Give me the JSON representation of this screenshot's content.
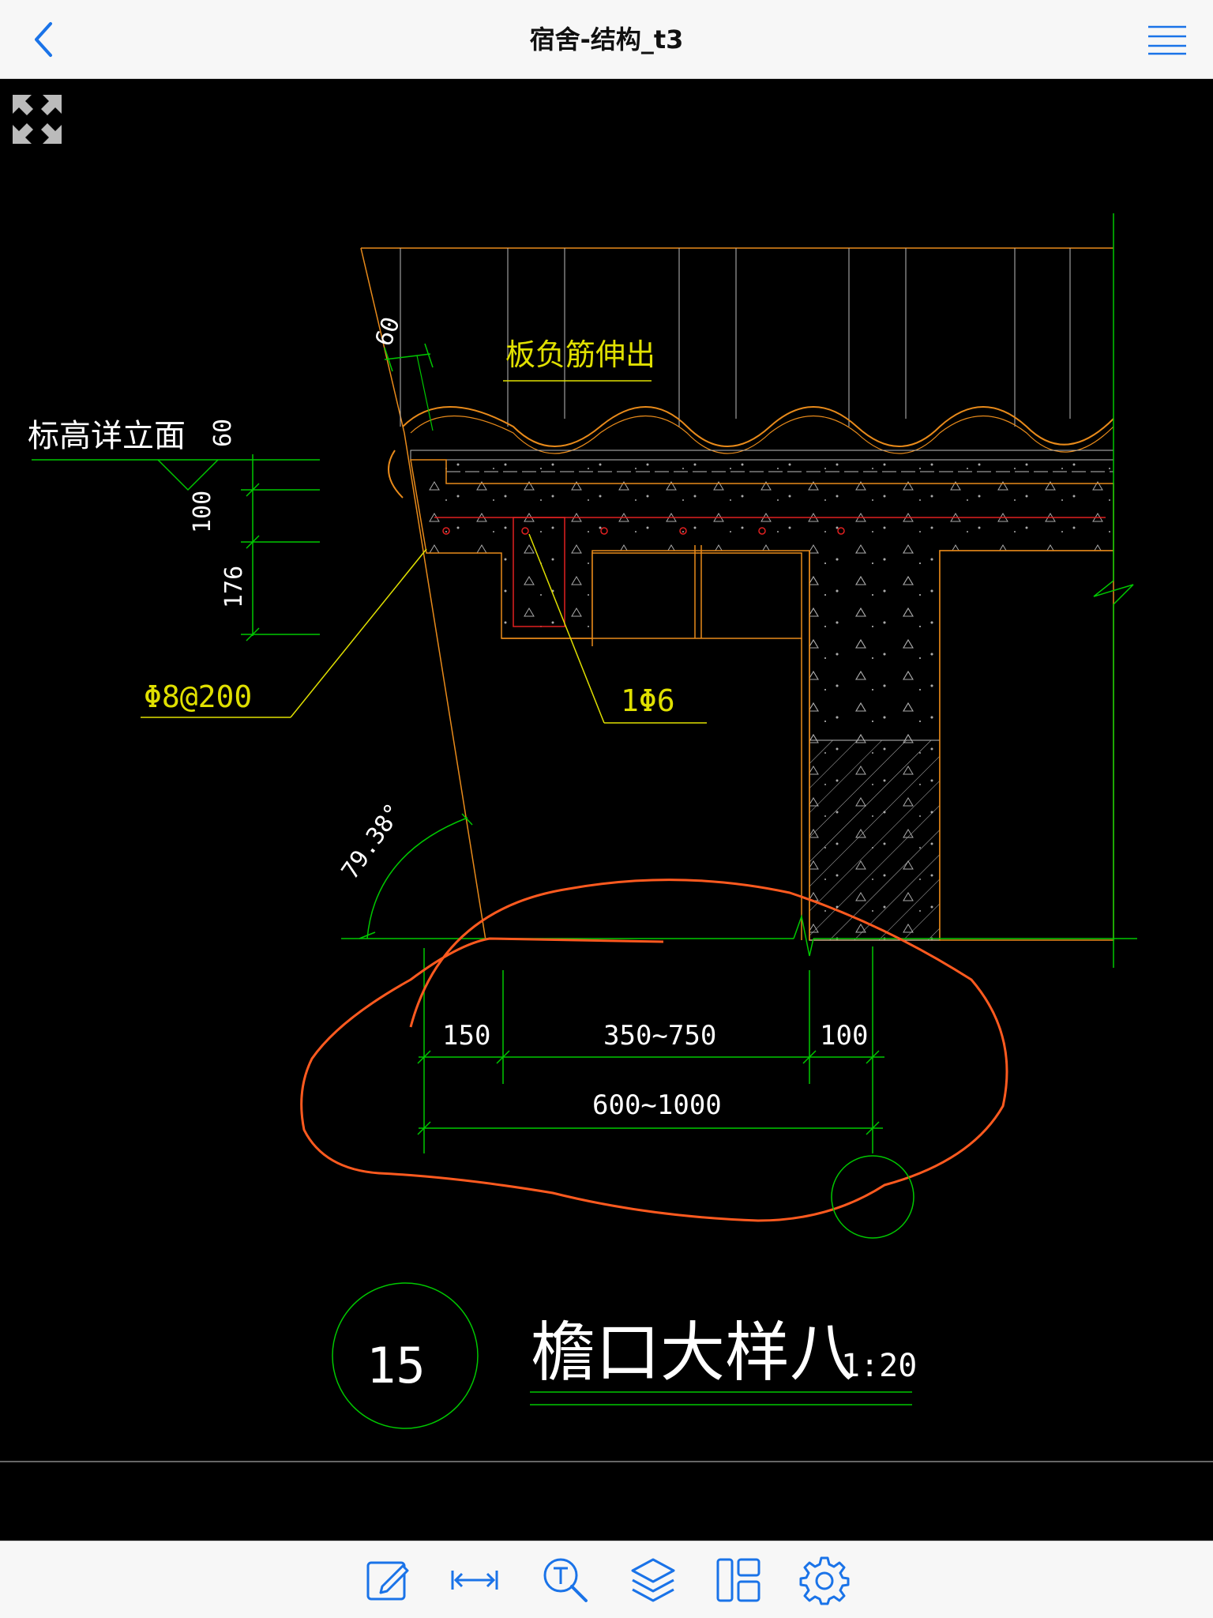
{
  "header": {
    "title": "宿舍-结构_t3",
    "back_icon": "chevron-left-icon",
    "menu_icon": "hamburger-menu-icon"
  },
  "drawing": {
    "label_tile_rebar": "板负筋伸出",
    "label_elevation": "标高详立面",
    "dim_60_top": "60",
    "dim_60_left": "60",
    "dim_100": "100",
    "dim_176": "176",
    "label_rebar_phi8": "Φ8@200",
    "label_rebar_phi6": "1Φ6",
    "angle": "79.38°",
    "dim_150": "150",
    "dim_350_750": "350~750",
    "dim_100_bottom": "100",
    "dim_600_1000": "600~1000",
    "detail_number": "15",
    "detail_title": "檐口大样八",
    "detail_scale": "1:20"
  },
  "toolbar": {
    "items": [
      {
        "icon": "edit-icon"
      },
      {
        "icon": "measure-icon"
      },
      {
        "icon": "text-search-icon"
      },
      {
        "icon": "layers-icon"
      },
      {
        "icon": "layout-icon"
      },
      {
        "icon": "settings-icon"
      }
    ]
  },
  "colors": {
    "accent": "#1a73e8",
    "cad_green": "#00c800",
    "cad_orange": "#e88a1a",
    "cad_yellow": "#e0e000",
    "cad_red": "#e02020",
    "markup_orange": "#ff5a1f"
  }
}
